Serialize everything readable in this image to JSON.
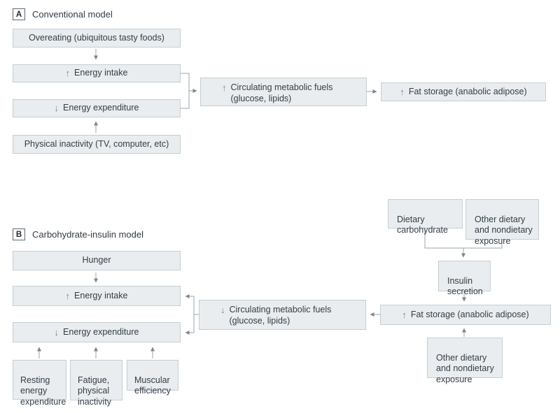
{
  "figure": {
    "type": "flow-diagram",
    "background": "#ffffff"
  },
  "colors": {
    "box_fill": "#e9edef",
    "box_border": "#c5ced3",
    "text": "#343d46",
    "glyph": "#76838e",
    "connector": "#9aa4ad",
    "arrowhead": "#7b8790",
    "label_border": "#5f6970",
    "label_text": "#22292f"
  },
  "glyphs": {
    "up_arrow": "↑",
    "down_arrow": "↓"
  },
  "panel_a": {
    "label": "A",
    "title": "Conventional model",
    "boxes": {
      "overeating": {
        "text": "Overeating (ubiquitous tasty foods)"
      },
      "energy_intake": {
        "arrow": "↑",
        "text": "Energy intake"
      },
      "energy_expenditure": {
        "arrow": "↓",
        "text": "Energy expenditure"
      },
      "physical_inactivity": {
        "text": "Physical inactivity (TV, computer, etc)"
      },
      "circulating_fuels": {
        "arrow": "↑",
        "text": "Circulating metabolic fuels\n(glucose, lipids)"
      },
      "fat_storage": {
        "arrow": "↑",
        "text": "Fat storage (anabolic adipose)"
      }
    }
  },
  "panel_b": {
    "label": "B",
    "title": "Carbohydrate-insulin model",
    "boxes": {
      "dietary_carbohydrate": {
        "text": "Dietary\ncarbohydrate"
      },
      "other_dietary_top": {
        "text": "Other dietary\nand nondietary\nexposure"
      },
      "hunger": {
        "text": "Hunger"
      },
      "insulin_secretion": {
        "text": "Insulin\nsecretion"
      },
      "energy_intake": {
        "arrow": "↑",
        "text": "Energy intake"
      },
      "circulating_fuels": {
        "arrow": "↓",
        "text": "Circulating metabolic fuels\n(glucose, lipids)"
      },
      "fat_storage": {
        "arrow": "↑",
        "text": "Fat storage (anabolic adipose)"
      },
      "energy_expenditure": {
        "arrow": "↓",
        "text": "Energy expenditure"
      },
      "other_dietary_bottom": {
        "text": "Other dietary\nand nondietary\nexposure"
      },
      "resting_energy_expenditure": {
        "text": "Resting\nenergy\nexpenditure"
      },
      "fatigue_physical_inactivity": {
        "text": "Fatigue,\nphysical\ninactivity"
      },
      "muscular_efficiency": {
        "text": "Muscular\nefficiency"
      }
    }
  }
}
